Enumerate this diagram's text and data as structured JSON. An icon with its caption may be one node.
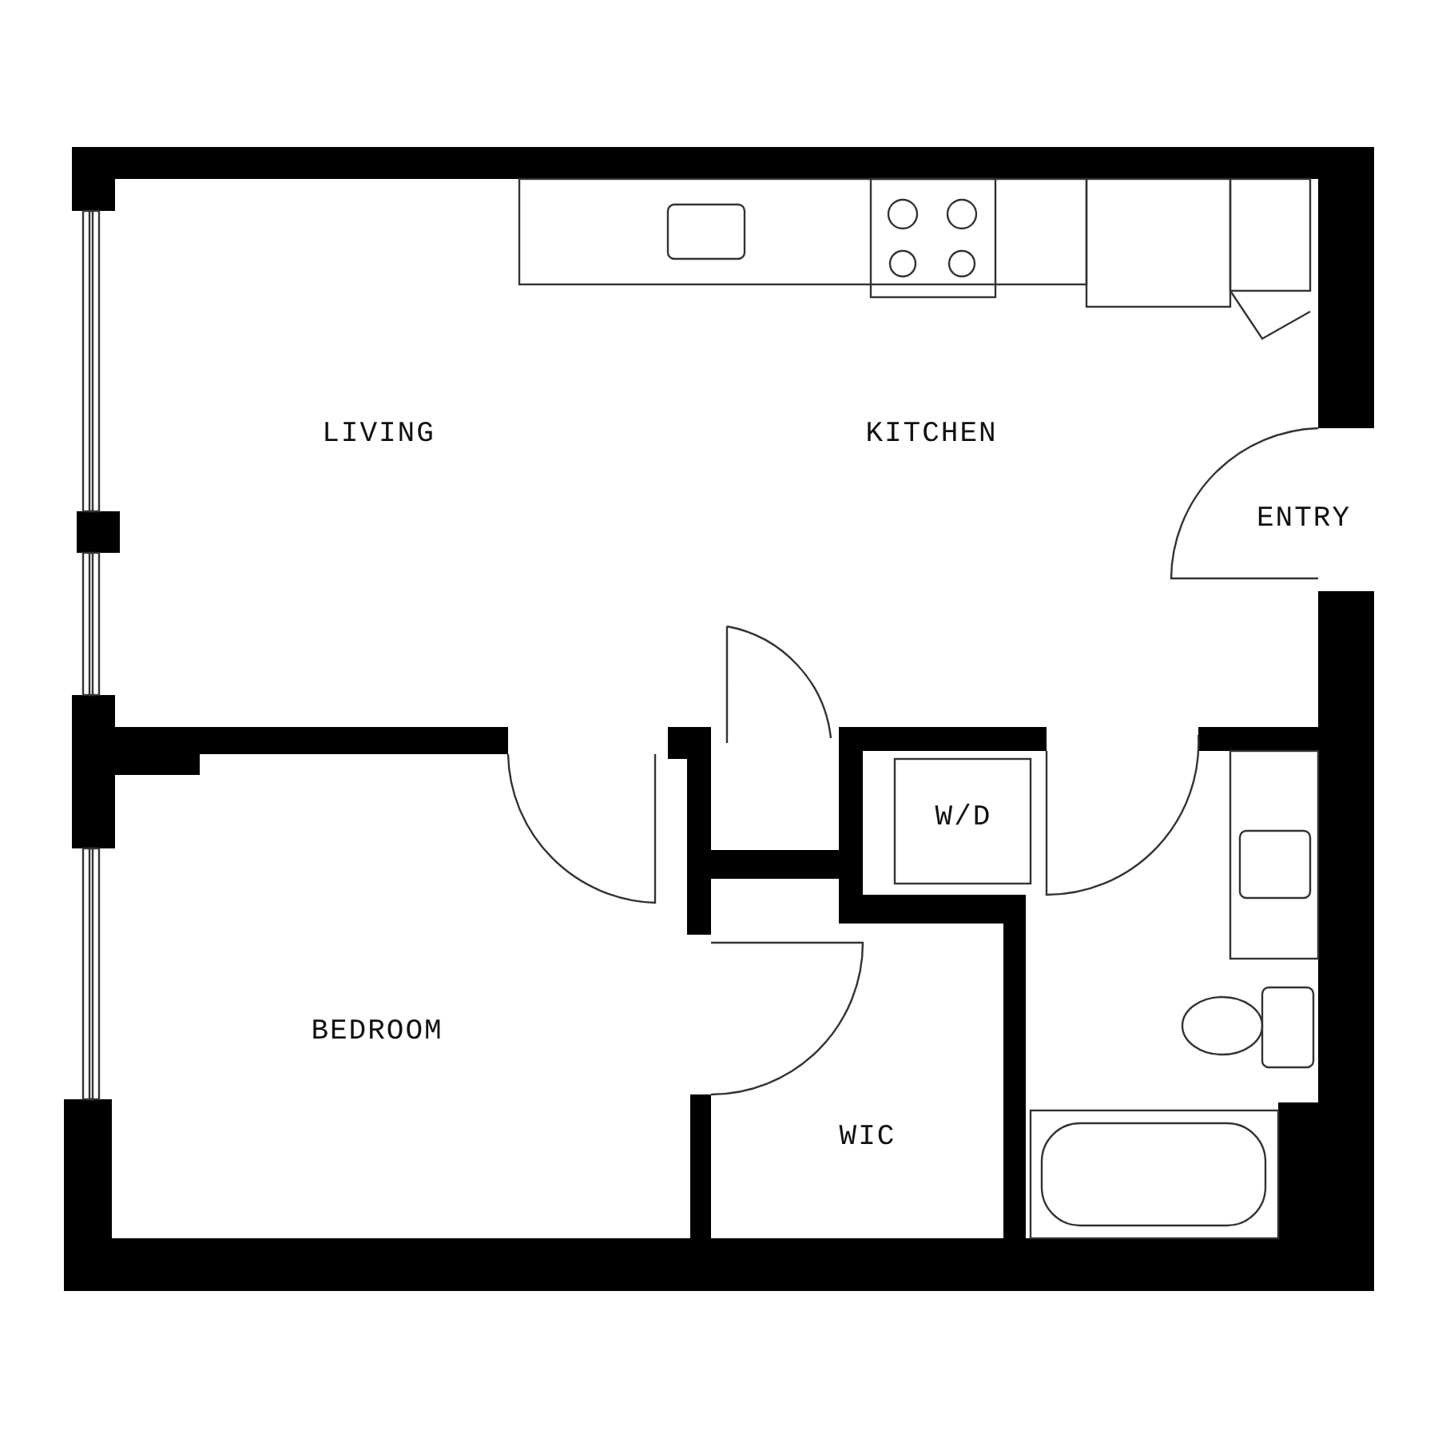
{
  "diagram": {
    "labels": [
      "LIVING",
      "KITCHEN",
      "ENTRY",
      "W/D",
      "BEDROOM",
      "WIC"
    ]
  }
}
